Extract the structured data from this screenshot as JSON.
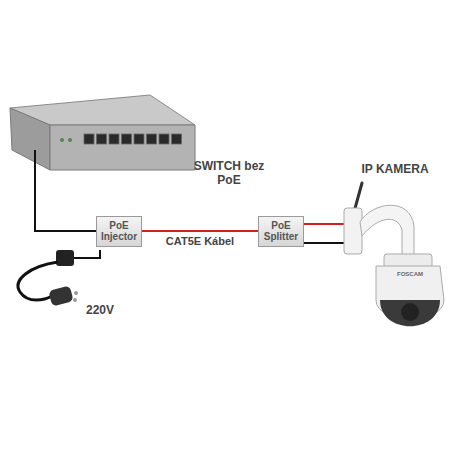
{
  "diagram": {
    "nodes": [
      {
        "text": [
          "PoE Injector"
        ]
      },
      {
        "text": [
          "PoE Splitter"
        ]
      }
    ],
    "edges": [
      {
        "from": 0,
        "to": 1,
        "arrow": "none",
        "label": "CAT5E Kábel"
      }
    ],
    "labels": [
      "SWITCH bez PoE",
      "IP KAMERA",
      "220V",
      "FOSCAM"
    ]
  }
}
